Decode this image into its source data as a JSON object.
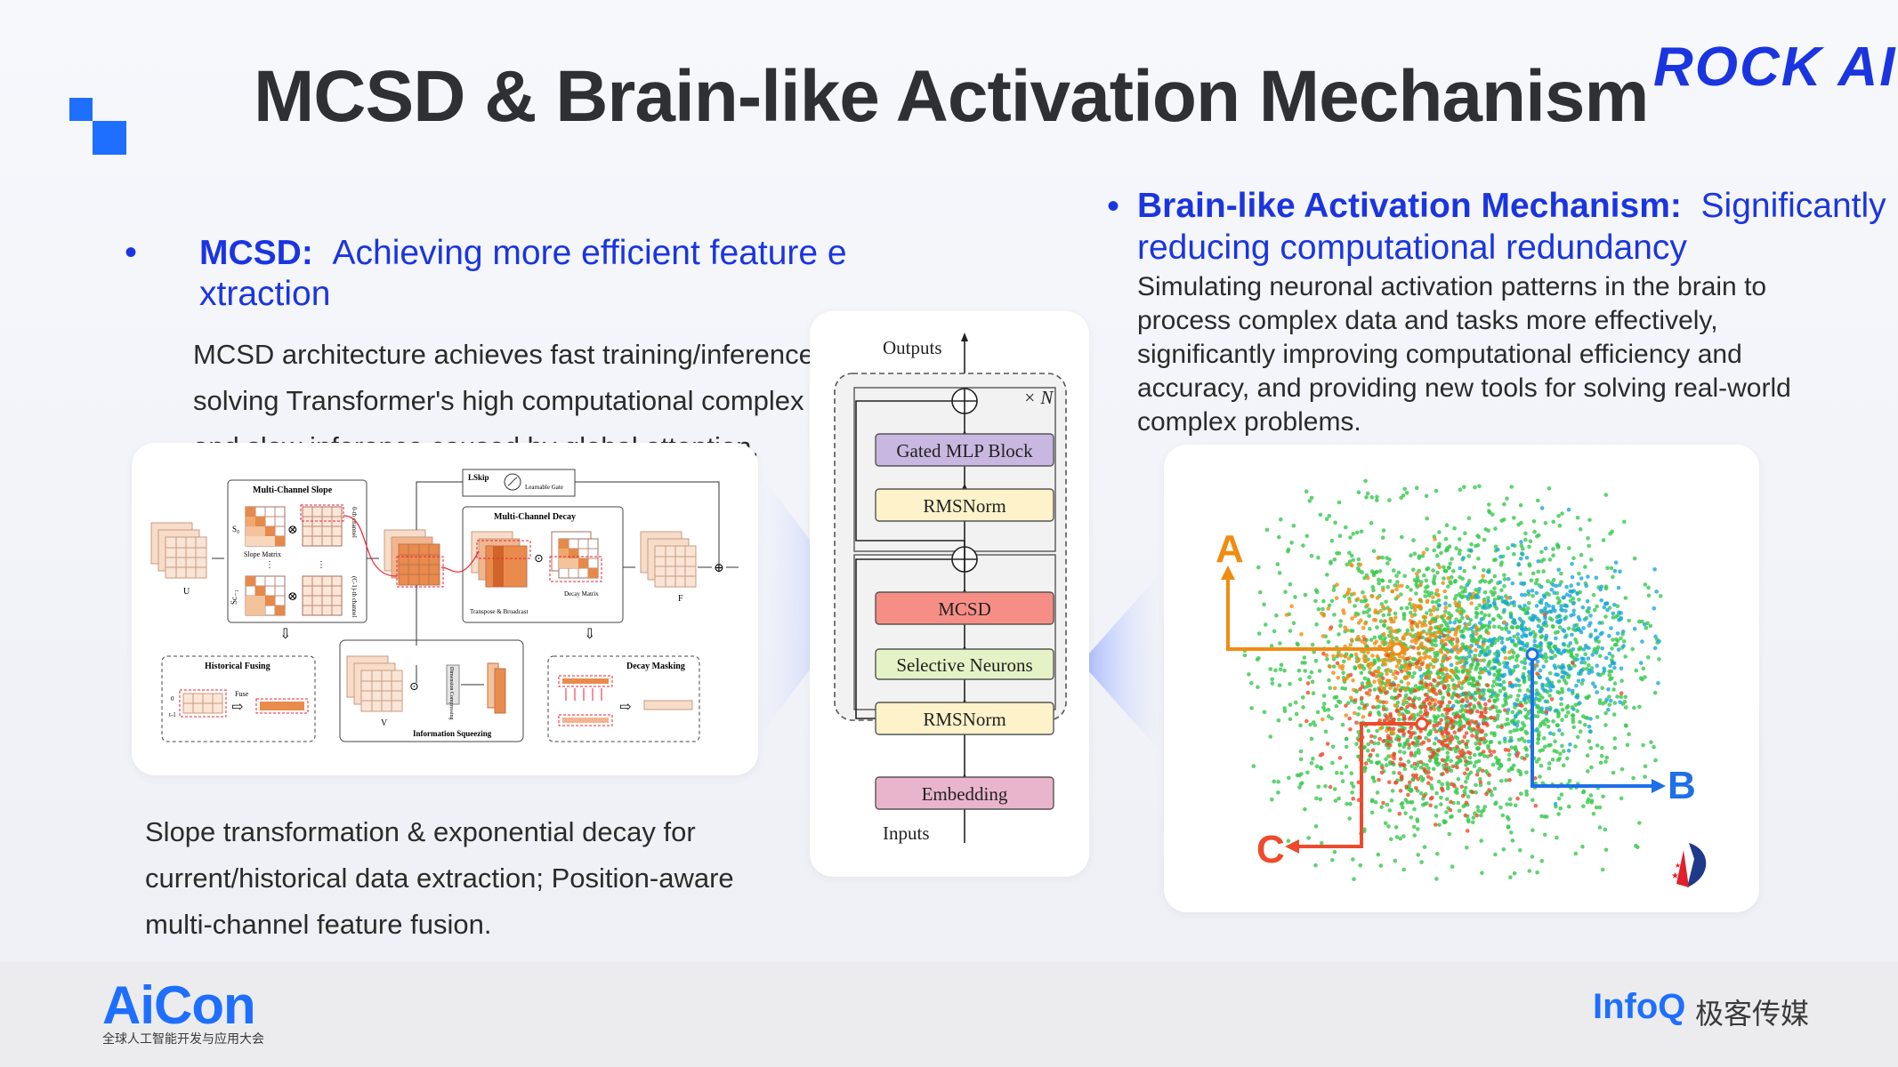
{
  "title": "MCSD & Brain-like Activation Mechanism",
  "brand": {
    "rock_ai": "ROCK AI",
    "aicon": "AiCon",
    "aicon_sub": "全球人工智能开发与应用大会",
    "infoq": "InfoQ",
    "infoq_cn": "极客传媒"
  },
  "left": {
    "bullet": "•",
    "heading_bold": "MCSD:",
    "heading_line1": "Achieving more efficient feature e",
    "heading_line2": "xtraction",
    "desc_lines": [
      "MCSD architecture achieves fast training/inference",
      "solving Transformer's high computational complex",
      "and slow inference caused by global attention."
    ],
    "caption_lines": [
      "Slope transformation & exponential decay for",
      "current/historical data extraction; Position-aware",
      "multi-channel feature fusion."
    ]
  },
  "right": {
    "bullet": "•",
    "heading_bold": "Brain-like Activation Mechanism:",
    "heading_line1_rest": "Significantly",
    "heading_line2": "reducing computational redundancy",
    "desc_lines": [
      "Simulating neuronal activation patterns in the brain to",
      "process complex data and tasks more effectively,",
      "significantly improving computational efficiency and",
      "accuracy, and providing new tools for solving real-world",
      "complex problems."
    ]
  },
  "mcsd_diagram": {
    "multi_channel_slope": "Multi-Channel Slope",
    "slope_matrix": "Slope Matrix",
    "lskip": "LSkip",
    "learnable_gate": "Learnable Gate",
    "multi_channel_decay": "Multi-Channel Decay",
    "transpose_broadcast": "Transpose & Broadcast",
    "decay_matrix": "Decay Matrix",
    "historical_fusing": "Historical Fusing",
    "fuse": "Fuse",
    "dimension_compressing": "Dimension Compressing",
    "information_squeezing": "Information Squeezing",
    "decay_masking": "Decay Masking",
    "u": "U",
    "v": "V",
    "f": "F",
    "s0": "S₀",
    "sc1": "Sᴄ₋₁",
    "oth_channel": "0-th channel",
    "c1_channel": "(C-1)-th channel",
    "hist_labels": [
      "0",
      "t-1"
    ]
  },
  "architecture": {
    "outputs": "Outputs",
    "inputs": "Inputs",
    "repeat": "× N",
    "blocks": [
      "Gated MLP Block",
      "RMSNorm",
      "MCSD",
      "Selective Neurons",
      "RMSNorm",
      "Embedding"
    ],
    "colors": {
      "gated": "#c8b7e0",
      "rmsnorm": "#fdf2c9",
      "mcsd": "#f78e86",
      "selective": "#e4f2c6",
      "embedding": "#e9b5cc"
    }
  },
  "activation_plot": {
    "labels": {
      "a": "A",
      "b": "B",
      "c": "C"
    },
    "colors": {
      "a": "#f08c12",
      "b": "#1e6fe8",
      "c": "#ee4a2c",
      "green": "#37c84e",
      "cyan": "#1aa8d8"
    }
  }
}
